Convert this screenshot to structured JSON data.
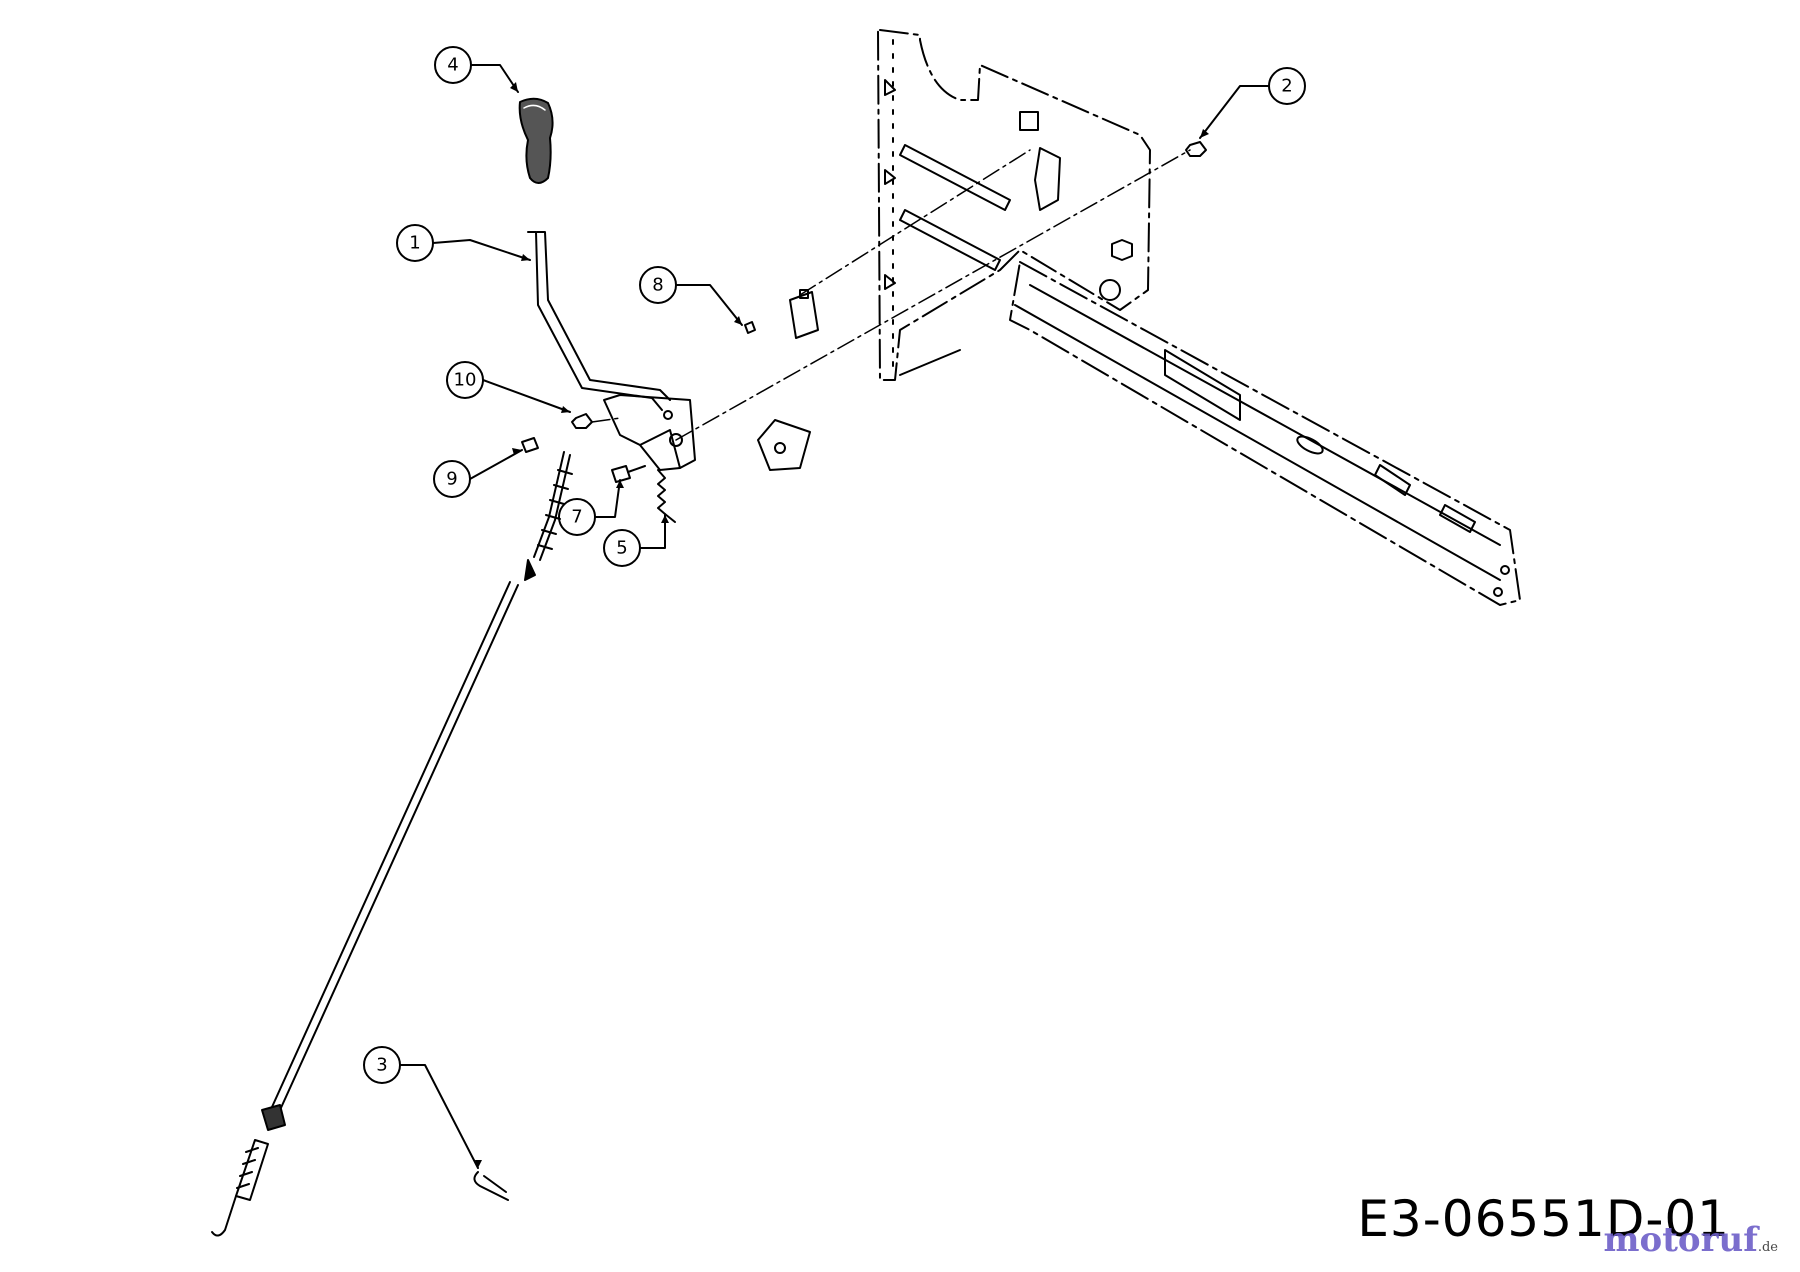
{
  "callouts": [
    {
      "id": "c1",
      "label": "1"
    },
    {
      "id": "c2",
      "label": "2"
    },
    {
      "id": "c3",
      "label": "3"
    },
    {
      "id": "c4",
      "label": "4"
    },
    {
      "id": "c5",
      "label": "5"
    },
    {
      "id": "c7",
      "label": "7"
    },
    {
      "id": "c8",
      "label": "8"
    },
    {
      "id": "c9",
      "label": "9"
    },
    {
      "id": "c10",
      "label": "10"
    }
  ],
  "drawing_id": "E3-06551D-01",
  "watermark": {
    "brand": "motoruf",
    "tld": ".de",
    "color": "#6d5fc8"
  }
}
